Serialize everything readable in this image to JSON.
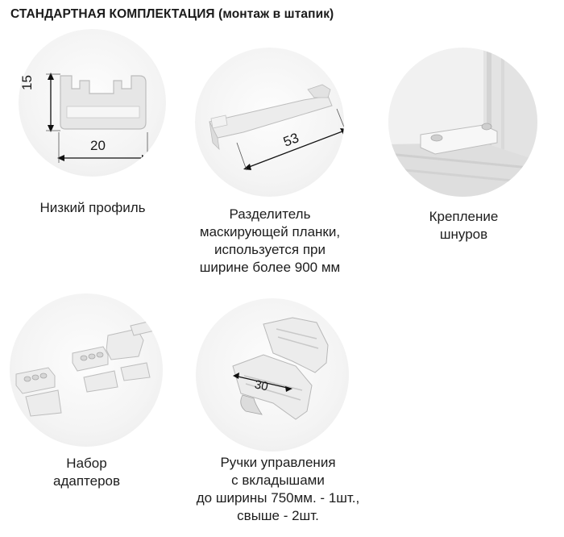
{
  "header": {
    "title": "СТАНДАРТНАЯ КОМПЛЕКТАЦИЯ (монтаж в штапик)"
  },
  "items": [
    {
      "id": "low-profile",
      "caption": "Низкий профиль",
      "dimensions": {
        "height": "15",
        "width": "20"
      }
    },
    {
      "id": "divider",
      "caption": "Разделитель\nмаскирующей планки,\nиспользуется при\nширине более 900 мм",
      "dimensions": {
        "length": "53"
      }
    },
    {
      "id": "cord-fastener",
      "caption": "Крепление\nшнуров"
    },
    {
      "id": "adapter-set",
      "caption": "Набор\nадаптеров"
    },
    {
      "id": "control-handles",
      "caption": "Ручки управления\nс вкладышами\nдо ширины 750мм. - 1шт.,\nсвыше - 2шт.",
      "dimensions": {
        "length": "30"
      }
    }
  ]
}
